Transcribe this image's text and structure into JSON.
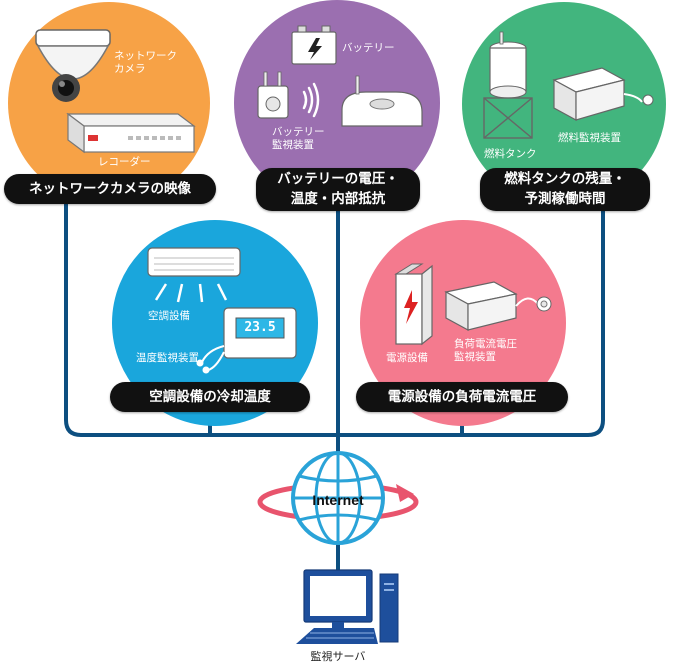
{
  "categories": {
    "camera": {
      "title": "ネットワークカメラの映像",
      "device_labels": {
        "camera": "ネットワーク\nカメラ",
        "recorder": "レコーダー"
      }
    },
    "battery": {
      "title_line1": "バッテリーの電圧・",
      "title_line2": "温度・内部抵抗",
      "device_labels": {
        "battery": "バッテリー",
        "monitor": "バッテリー\n監視装置"
      }
    },
    "fuel": {
      "title_line1": "燃料タンクの残量・",
      "title_line2": "予測稼働時間",
      "device_labels": {
        "tank": "燃料タンク",
        "monitor": "燃料監視装置"
      }
    },
    "aircon": {
      "title": "空調設備の冷却温度",
      "device_labels": {
        "aircon": "空調設備",
        "monitor": "温度監視装置",
        "display_value": "23.5"
      }
    },
    "power": {
      "title": "電源設備の負荷電流電圧",
      "device_labels": {
        "power": "電源設備",
        "monitor": "負荷電流電圧\n監視装置"
      }
    }
  },
  "network": {
    "internet_label": "Internet",
    "server_label": "監視サーバ"
  },
  "colors": {
    "camera": "#f7a246",
    "battery": "#9b6fb0",
    "fuel": "#42b57e",
    "aircon": "#1aa6dc",
    "power": "#f47a8e",
    "line": "#0d4f80"
  }
}
